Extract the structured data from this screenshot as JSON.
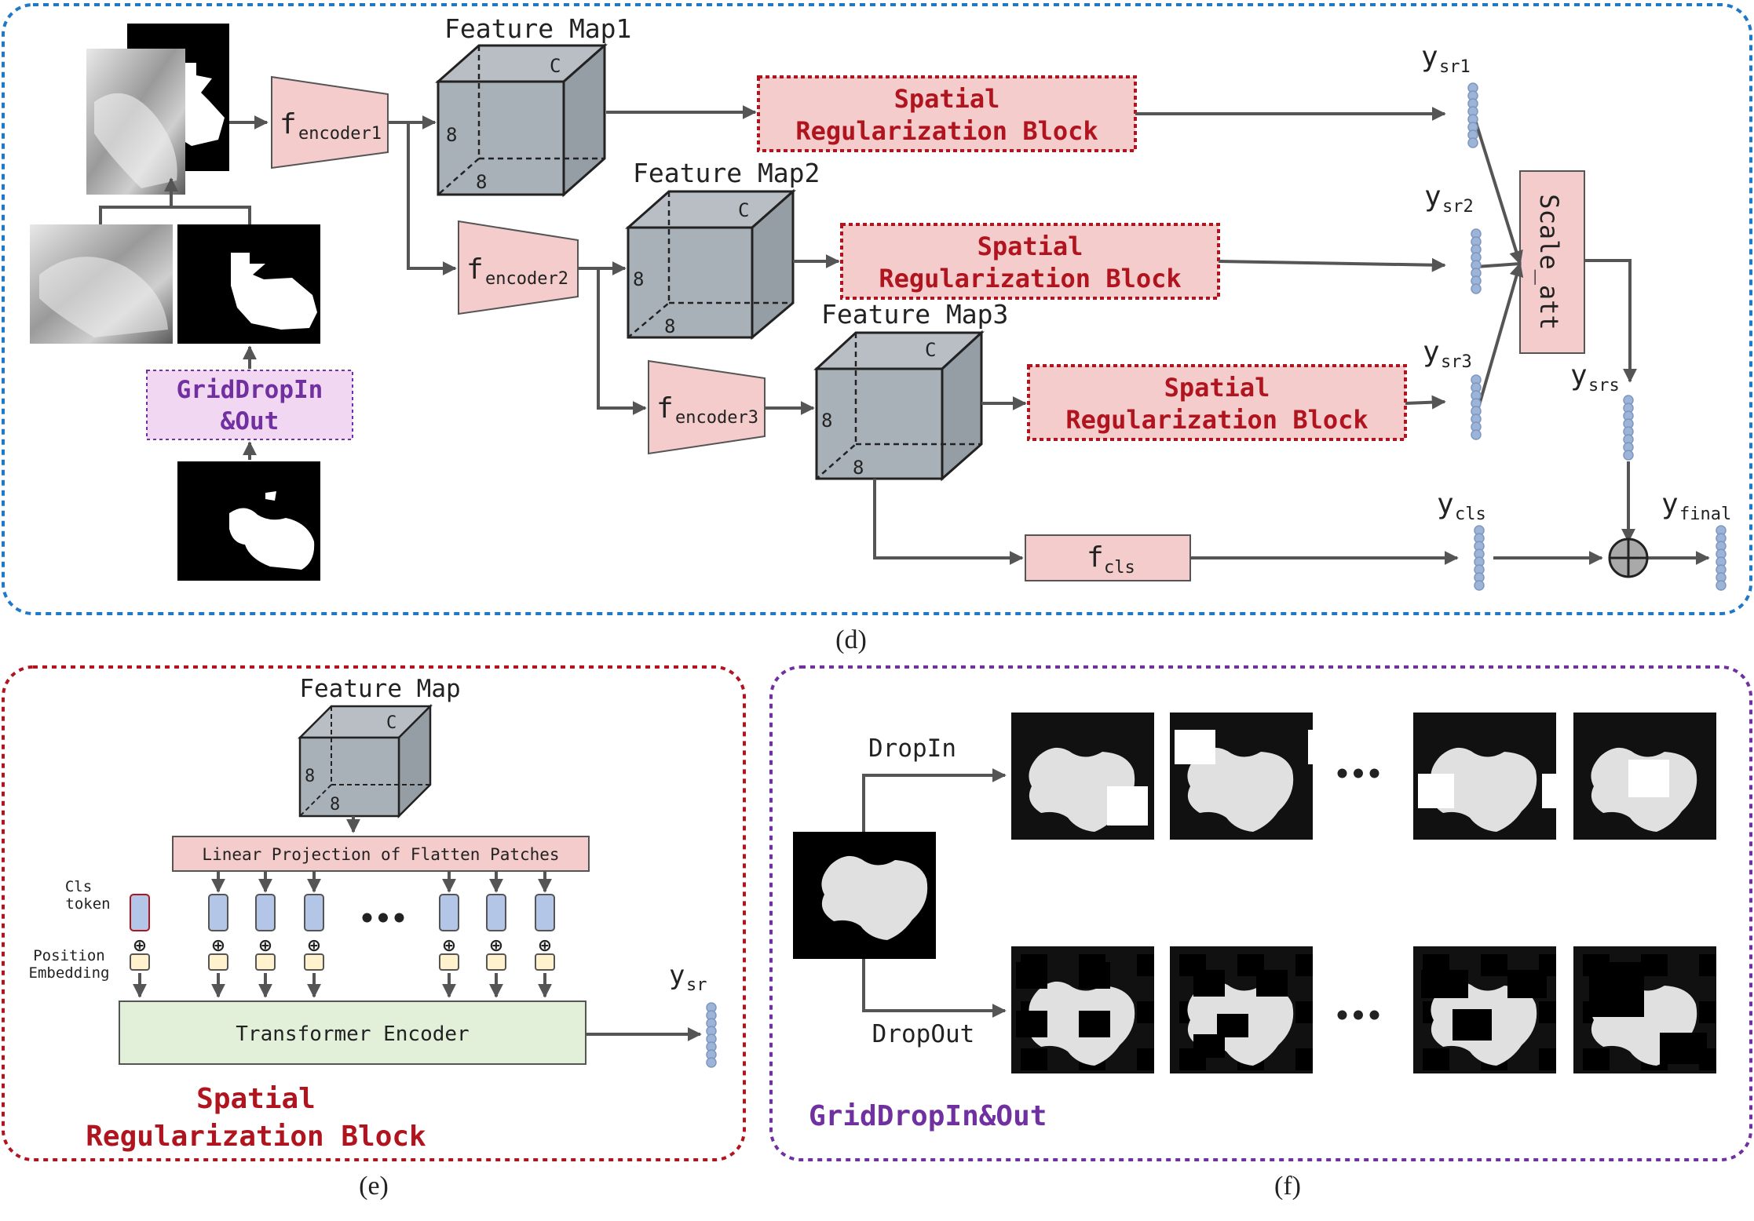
{
  "panel_d": {
    "caption": "(d)",
    "feature_maps": [
      {
        "title": "Feature Map1",
        "c": "C",
        "h": "8",
        "w": "8"
      },
      {
        "title": "Feature Map2",
        "c": "C",
        "h": "8",
        "w": "8"
      },
      {
        "title": "Feature Map3",
        "c": "C",
        "h": "8",
        "w": "8"
      }
    ],
    "encoders": [
      {
        "f": "f",
        "sub": "encoder1"
      },
      {
        "f": "f",
        "sub": "encoder2"
      },
      {
        "f": "f",
        "sub": "encoder3"
      }
    ],
    "srb": [
      {
        "line1": "Spatial",
        "line2": "Regularization Block"
      },
      {
        "line1": "Spatial",
        "line2": "Regularization Block"
      },
      {
        "line1": "Spatial",
        "line2": "Regularization Block"
      }
    ],
    "outputs": {
      "y": "y",
      "sr1": "sr1",
      "sr2": "sr2",
      "sr3": "sr3",
      "srs": "srs",
      "cls": "cls",
      "final": "final"
    },
    "scale_att": "Scale_att",
    "fcls": {
      "f": "f",
      "sub": "cls"
    },
    "griddrop": {
      "line1": "GridDropIn",
      "line2": "&Out"
    }
  },
  "panel_e": {
    "caption": "(e)",
    "feature_map_title": "Feature Map",
    "cube": {
      "c": "C",
      "h": "8",
      "w": "8"
    },
    "linear_projection": "Linear Projection of Flatten Patches",
    "cls_token": {
      "line1": "Cls",
      "line2": "token"
    },
    "position_embedding": {
      "line1": "Position",
      "line2": "Embedding"
    },
    "ellipsis": "•••",
    "transformer": "Transformer Encoder",
    "y": "y",
    "y_sub": "sr",
    "title_line1": "Spatial",
    "title_line2": "Regularization Block"
  },
  "panel_f": {
    "caption": "(f)",
    "dropin": "DropIn",
    "dropout": "DropOut",
    "ellipsis": "•••",
    "title": "GridDropIn&Out"
  },
  "colors": {
    "blue_border": "#1f78c8",
    "red_border": "#b0141e",
    "purple_border": "#7030a0",
    "srb_fill": "#f4cccc",
    "srb_text": "#b0141e",
    "encoder_fill": "#f4cccc",
    "cube_fill": "#a9b1b8",
    "token_blue": "#b4c6e7",
    "token_yellow": "#fff2cc",
    "transformer_fill": "#e2efd9",
    "griddrop_fill": "#f2d7f2",
    "griddrop_text": "#7030a0",
    "vector_dot": "#9db4d9",
    "arrow": "#555555"
  }
}
